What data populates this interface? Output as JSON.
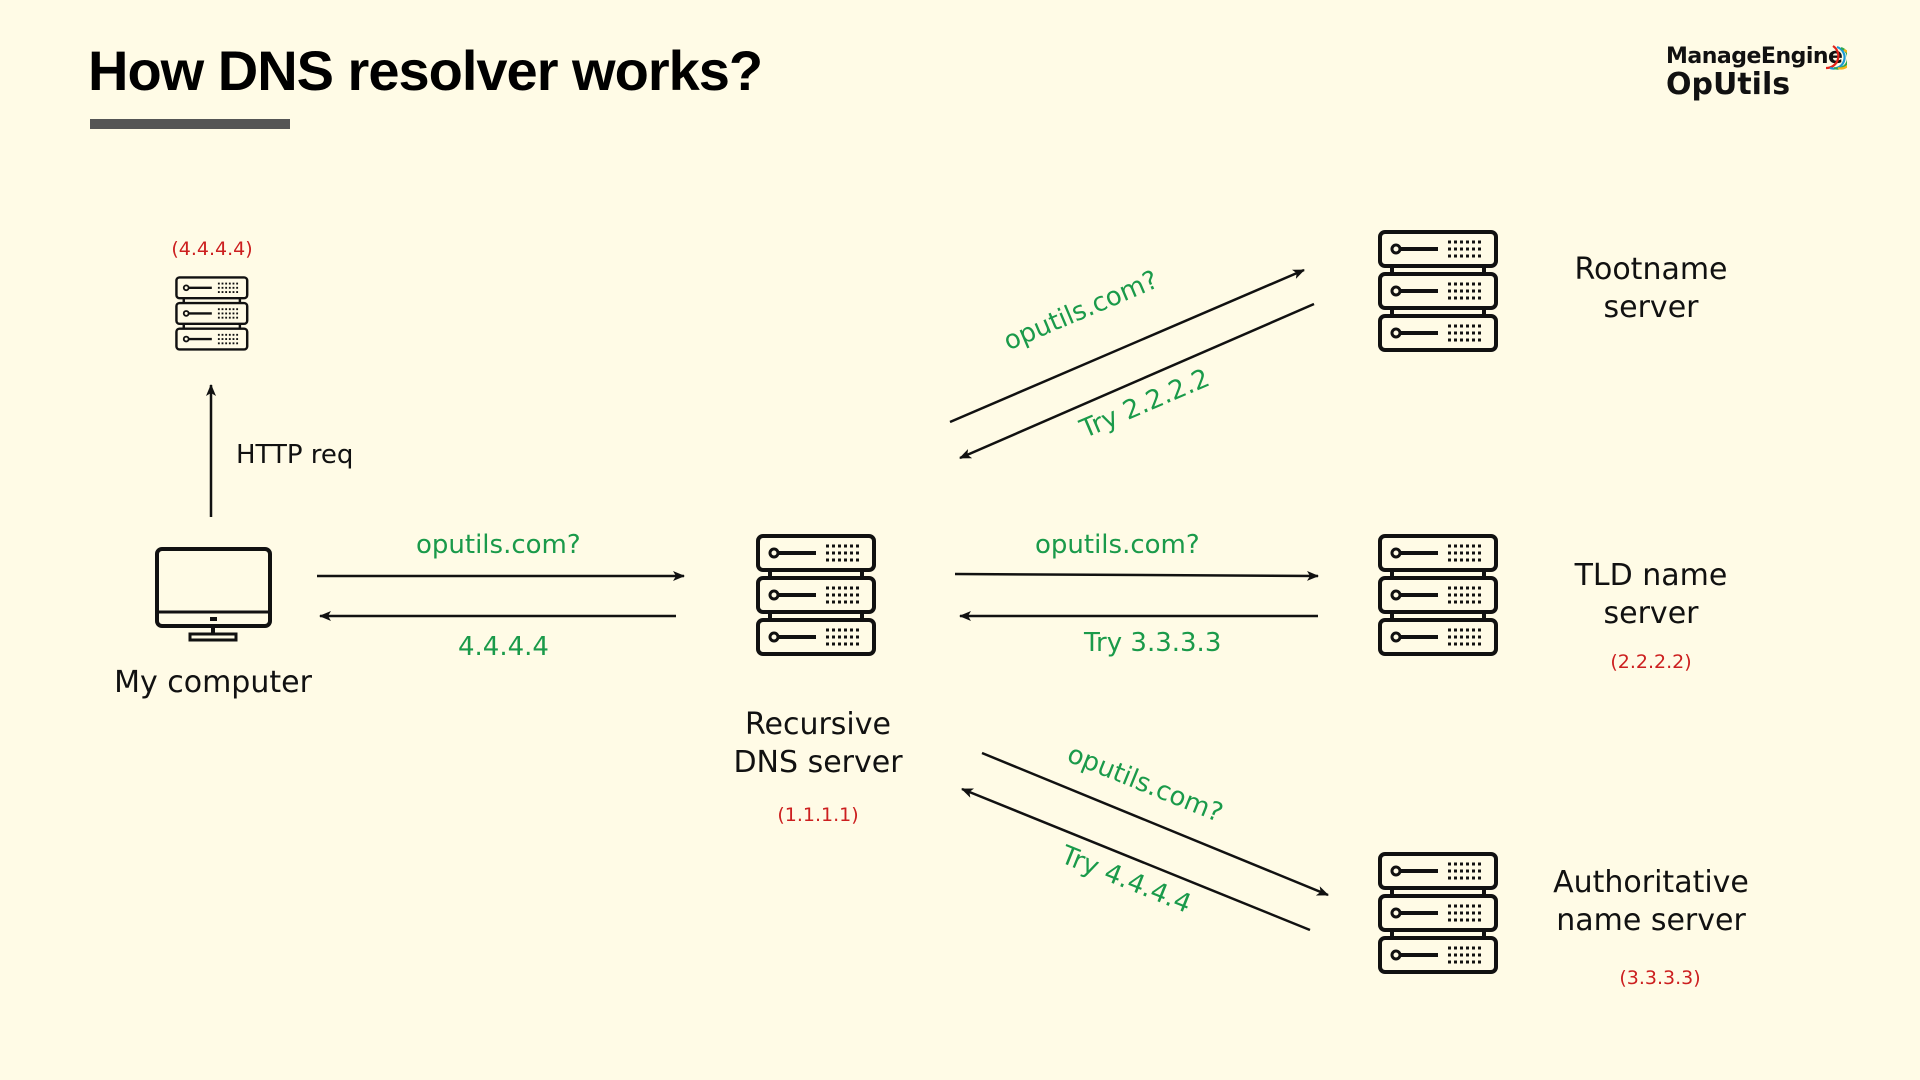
{
  "header": {
    "title": "How DNS resolver works?",
    "brand_line1": "ManageEngine",
    "brand_line2": "OpUtils"
  },
  "nodes": {
    "web_server": {
      "ip": "(4.4.4.4)",
      "icon": "server-icon"
    },
    "my_computer": {
      "label": "My computer",
      "icon": "monitor-icon"
    },
    "recursive": {
      "label_line1": "Recursive",
      "label_line2": "DNS server",
      "ip": "(1.1.1.1)",
      "icon": "server-icon"
    },
    "root": {
      "label_line1": "Rootname",
      "label_line2": "server",
      "icon": "server-icon"
    },
    "tld": {
      "label_line1": "TLD name",
      "label_line2": "server",
      "ip": "(2.2.2.2)",
      "icon": "server-icon"
    },
    "auth": {
      "label_line1": "Authoritative",
      "label_line2": "name server",
      "ip": "(3.3.3.3)",
      "icon": "server-icon"
    }
  },
  "edges": {
    "http_req": "HTTP req",
    "pc_to_recursive": "oputils.com?",
    "recursive_to_pc": "4.4.4.4",
    "recursive_to_root": "oputils.com?",
    "root_to_recursive": "Try 2.2.2.2",
    "recursive_to_tld": "oputils.com?",
    "tld_to_recursive": "Try 3.3.3.3",
    "recursive_to_auth": "oputils.com?",
    "auth_to_recursive": "Try 4.4.4.4"
  },
  "colors": {
    "background": "#fffbe6",
    "query_text": "#1a9a4a",
    "ip_text": "#cc1f1f",
    "line": "#111111"
  }
}
